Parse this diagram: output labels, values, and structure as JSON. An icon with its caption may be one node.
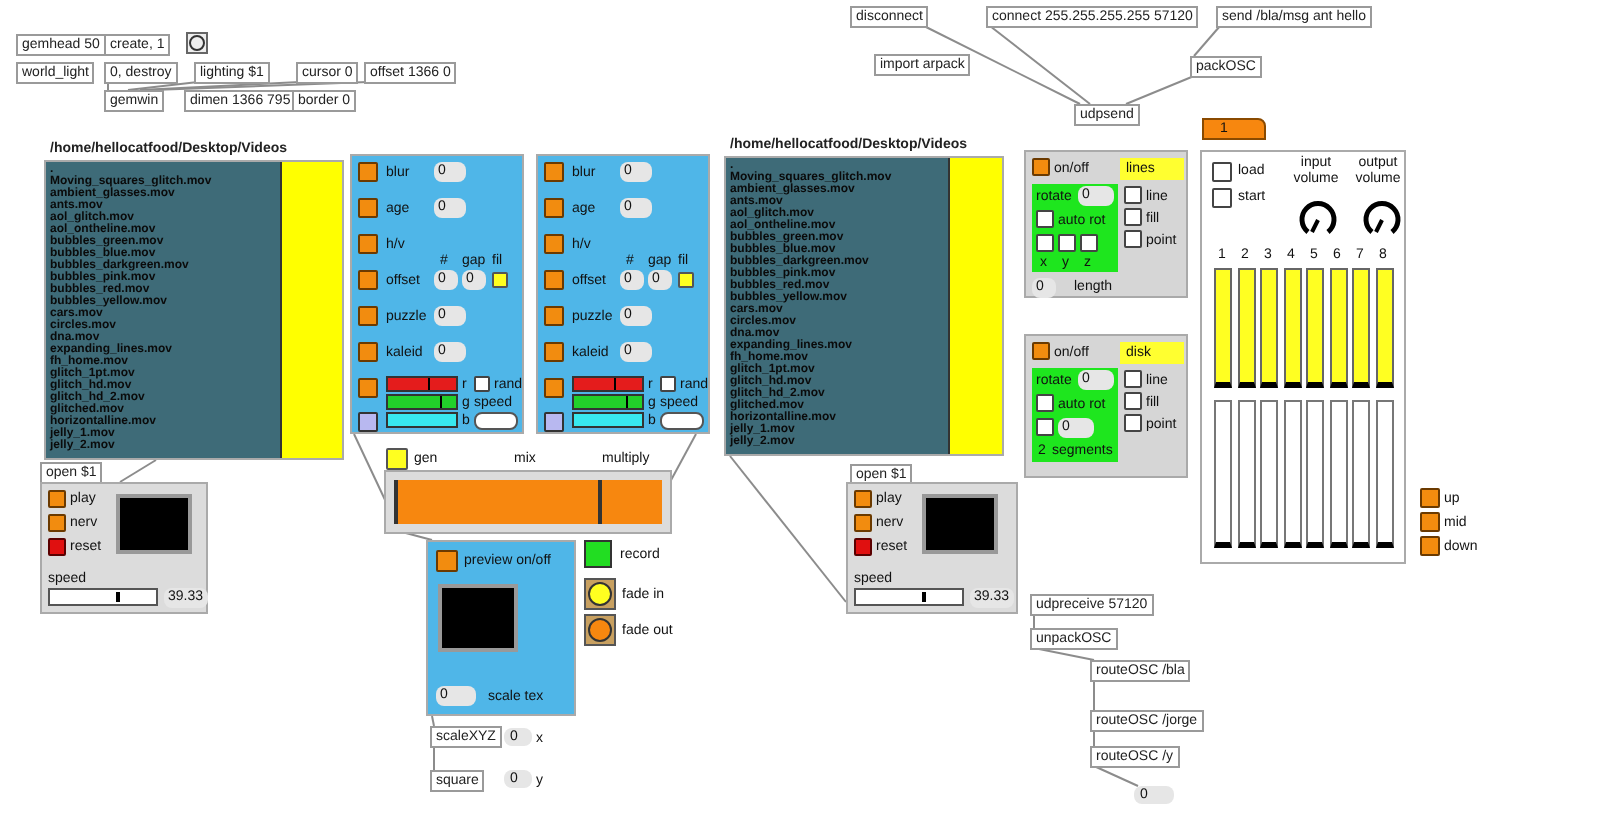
{
  "diagram": {
    "nodes": [
      {
        "text": [
          "gemhead 50"
        ]
      },
      {
        "text": [
          "create, 1"
        ]
      },
      {
        "text": [
          "world_light"
        ]
      },
      {
        "text": [
          "0, destroy"
        ]
      },
      {
        "text": [
          "lighting $1"
        ]
      },
      {
        "text": [
          "cursor 0"
        ]
      },
      {
        "text": [
          "offset 1366 0"
        ]
      },
      {
        "text": [
          "gemwin"
        ]
      },
      {
        "text": [
          "dimen 1366 795"
        ]
      },
      {
        "text": [
          "border 0"
        ]
      },
      {
        "text": [
          "disconnect"
        ]
      },
      {
        "text": [
          "connect 255.255.255.255 57120"
        ]
      },
      {
        "text": [
          "send /bla/msg ant hello"
        ]
      },
      {
        "text": [
          "import arpack"
        ]
      },
      {
        "text": [
          "packOSC"
        ]
      },
      {
        "text": [
          "udpsend"
        ]
      },
      {
        "text": [
          "/home/hellocatfood/Desktop/Videos",
          ".",
          "Moving_squares_glitch.mov",
          "ambient_glasses.mov",
          "ants.mov",
          "aol_glitch.mov",
          "aol_ontheline.mov",
          "bubbles_green.mov",
          "bubbles_blue.mov",
          "bubbles_darkgreen.mov",
          "bubbles_pink.mov",
          "bubbles_red.mov",
          "bubbles_yellow.mov",
          "cars.mov",
          "circles.mov",
          "dna.mov",
          "expanding_lines.mov",
          "fh_home.mov",
          "glitch_1pt.mov",
          "glitch_hd.mov",
          "glitch_hd_2.mov",
          "glitched.mov",
          "horizontalline.mov",
          "jelly_1.mov",
          "jelly_2.mov"
        ]
      },
      {
        "text": [
          "blur",
          "0",
          "age",
          "0",
          "h/v",
          "#",
          "gap",
          "fil",
          "offset",
          "0",
          "0",
          "puzzle",
          "0",
          "kaleid",
          "0",
          "r",
          "rand",
          "g",
          "speed",
          "b"
        ]
      },
      {
        "text": [
          "blur",
          "0",
          "age",
          "0",
          "h/v",
          "#",
          "gap",
          "fil",
          "offset",
          "0",
          "0",
          "puzzle",
          "0",
          "kaleid",
          "0",
          "r",
          "rand",
          "g",
          "speed",
          "b"
        ]
      },
      {
        "text": [
          "/home/hellocatfood/Desktop/Videos",
          ".",
          "Moving_squares_glitch.mov",
          "ambient_glasses.mov",
          "ants.mov",
          "aol_glitch.mov",
          "aol_ontheline.mov",
          "bubbles_green.mov",
          "bubbles_blue.mov",
          "bubbles_darkgreen.mov",
          "bubbles_pink.mov",
          "bubbles_red.mov",
          "bubbles_yellow.mov",
          "cars.mov",
          "circles.mov",
          "dna.mov",
          "expanding_lines.mov",
          "fh_home.mov",
          "glitch_1pt.mov",
          "glitch_hd.mov",
          "glitch_hd_2.mov",
          "glitched.mov",
          "horizontalline.mov",
          "jelly_1.mov",
          "jelly_2.mov"
        ]
      },
      {
        "text": [
          "on/off",
          "lines",
          "rotate",
          "0",
          "line",
          "auto rot",
          "fill",
          "point",
          "x",
          "y",
          "z",
          "0",
          "length"
        ]
      },
      {
        "text": [
          "on/off",
          "disk",
          "rotate",
          "0",
          "line",
          "auto rot",
          "fill",
          "0",
          "point",
          "2",
          "segments"
        ]
      },
      {
        "text": [
          "1"
        ]
      },
      {
        "text": [
          "load",
          "start",
          "input volume",
          "output volume",
          "1",
          "2",
          "3",
          "4",
          "5",
          "6",
          "7",
          "8"
        ]
      },
      {
        "text": [
          "open $1"
        ]
      },
      {
        "text": [
          "play",
          "nerv",
          "reset",
          "speed",
          "39.33"
        ]
      },
      {
        "text": [
          "gen",
          "mix",
          "multiply"
        ]
      },
      {
        "text": [
          "preview on/off",
          "0",
          "scale tex"
        ]
      },
      {
        "text": [
          "scaleXYZ"
        ]
      },
      {
        "text": [
          "square"
        ]
      },
      {
        "text": [
          "0"
        ]
      },
      {
        "text": [
          "0"
        ]
      },
      {
        "text": [
          "open $1"
        ]
      },
      {
        "text": [
          "play",
          "nerv",
          "reset",
          "speed",
          "39.33"
        ]
      },
      {
        "text": [
          "udpreceive 57120"
        ]
      },
      {
        "text": [
          "unpackOSC"
        ]
      },
      {
        "text": [
          "routeOSC /bla"
        ]
      },
      {
        "text": [
          "routeOSC /jorge"
        ]
      },
      {
        "text": [
          "routeOSC /y"
        ]
      },
      {
        "text": [
          "0"
        ]
      }
    ],
    "edges": [
      {
        "from": 3,
        "to": 7,
        "arrow": "none"
      },
      {
        "from": 4,
        "to": 7,
        "arrow": "none"
      },
      {
        "from": 5,
        "to": 7,
        "arrow": "none"
      },
      {
        "from": 6,
        "to": 7,
        "arrow": "none"
      },
      {
        "from": 10,
        "to": 15,
        "arrow": "none"
      },
      {
        "from": 11,
        "to": 15,
        "arrow": "none"
      },
      {
        "from": 12,
        "to": 14,
        "arrow": "none"
      },
      {
        "from": 14,
        "to": 15,
        "arrow": "none"
      },
      {
        "from": 16,
        "to": 25,
        "arrow": "none"
      },
      {
        "from": 17,
        "to": 26,
        "arrow": "none"
      },
      {
        "from": 18,
        "to": 26,
        "arrow": "none"
      },
      {
        "from": 19,
        "to": 33,
        "arrow": "none"
      },
      {
        "from": 26,
        "to": 27,
        "arrow": "none"
      },
      {
        "from": 27,
        "to": 28,
        "arrow": "none"
      },
      {
        "from": 28,
        "to": 29,
        "arrow": "none"
      },
      {
        "from": 34,
        "to": 35,
        "arrow": "none"
      },
      {
        "from": 35,
        "to": 36,
        "arrow": "none"
      },
      {
        "from": 36,
        "to": 37,
        "arrow": "none"
      },
      {
        "from": 37,
        "to": 38,
        "arrow": "none"
      },
      {
        "from": 38,
        "to": 39,
        "arrow": "none"
      }
    ],
    "labels": [
      "up",
      "mid",
      "down",
      "record",
      "fade in",
      "fade out",
      "x",
      "y"
    ]
  }
}
